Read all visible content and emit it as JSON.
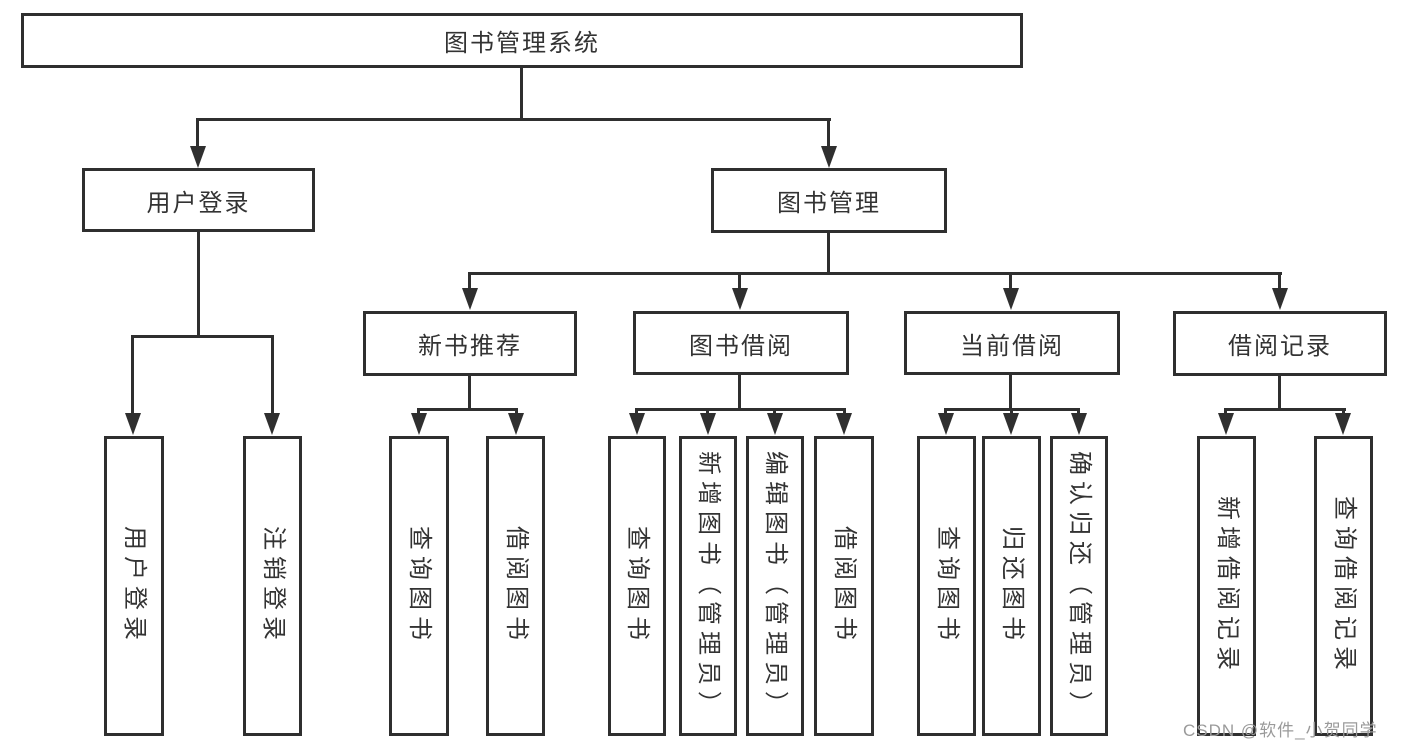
{
  "diagram": {
    "type": "hierarchy-tree",
    "line_color": "#2f2f2f",
    "text_color": "#333333",
    "background": "#ffffff",
    "nodes": {
      "root": "图书管理系统",
      "user_login": "用户登录",
      "book_mgmt": "图书管理",
      "new_book_rec": "新书推荐",
      "book_borrow": "图书借阅",
      "current_borrow": "当前借阅",
      "borrow_records": "借阅记录",
      "leaf_user_login": "用户登录",
      "leaf_logout": "注销登录",
      "leaf_nbr_query": "查询图书",
      "leaf_nbr_borrow": "借阅图书",
      "leaf_bb_query": "查询图书",
      "leaf_bb_add": "新增图书（管理员）",
      "leaf_bb_edit": "编辑图书（管理员）",
      "leaf_bb_borrow": "借阅图书",
      "leaf_cb_query": "查询图书",
      "leaf_cb_return": "归还图书",
      "leaf_cb_confirm": "确认归还（管理员）",
      "leaf_br_add": "新增借阅记录",
      "leaf_br_query": "查询借阅记录"
    },
    "hierarchy": {
      "label": "图书管理系统",
      "children": [
        {
          "label": "用户登录",
          "children": [
            {
              "label": "用户登录"
            },
            {
              "label": "注销登录"
            }
          ]
        },
        {
          "label": "图书管理",
          "children": [
            {
              "label": "新书推荐",
              "children": [
                {
                  "label": "查询图书"
                },
                {
                  "label": "借阅图书"
                }
              ]
            },
            {
              "label": "图书借阅",
              "children": [
                {
                  "label": "查询图书"
                },
                {
                  "label": "新增图书（管理员）"
                },
                {
                  "label": "编辑图书（管理员）"
                },
                {
                  "label": "借阅图书"
                }
              ]
            },
            {
              "label": "当前借阅",
              "children": [
                {
                  "label": "查询图书"
                },
                {
                  "label": "归还图书"
                },
                {
                  "label": "确认归还（管理员）"
                }
              ]
            },
            {
              "label": "借阅记录",
              "children": [
                {
                  "label": "新增借阅记录"
                },
                {
                  "label": "查询借阅记录"
                }
              ]
            }
          ]
        }
      ]
    }
  },
  "watermark": {
    "text": "CSDN @软件_小贺同学",
    "color": "#9a9a9a"
  }
}
